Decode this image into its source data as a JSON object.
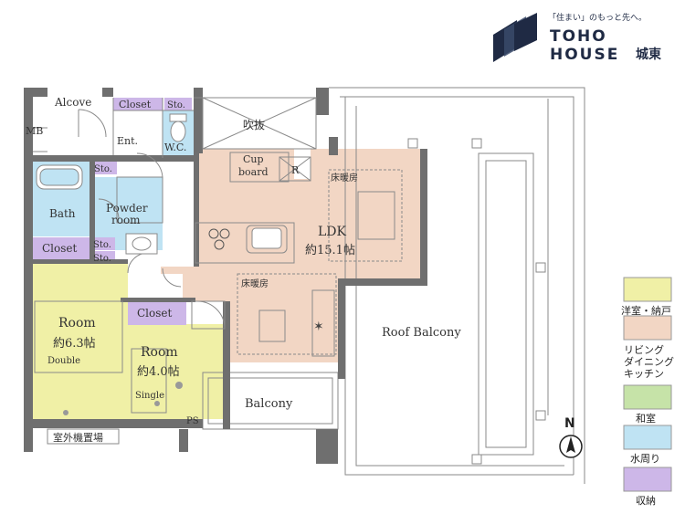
{
  "brand": {
    "tagline": "「住まい」のもっと先へ。",
    "name_line1": "TOHO",
    "name_line2": "HOUSE",
    "name_suffix": "城東",
    "color": "#1f2a44"
  },
  "rooms": {
    "alcove": "Alcove",
    "mb": "MB",
    "closet_ent": "Closet",
    "sto_wc": "Sto.",
    "ent": "Ent.",
    "wc": "W.C.",
    "fukinuke": "吹抜",
    "sto_bath": "Sto.",
    "bath": "Bath",
    "powder_line1": "Powder",
    "powder_line2": "room",
    "cupboard_line1": "Cup",
    "cupboard_line2": "board",
    "r": "R",
    "floor_heat_1": "床暖房",
    "ldk": "LDK",
    "ldk_size": "約15.1帖",
    "closet_left": "Closet",
    "sto_a": "Sto.",
    "sto_b": "Sto.",
    "floor_heat_2": "床暖房",
    "room1": "Room",
    "room1_size": "約6.3帖",
    "double": "Double",
    "closet_room2": "Closet",
    "room2": "Room",
    "room2_size": "約4.0帖",
    "single": "Single",
    "roof_balcony": "Roof Balcony",
    "balcony": "Balcony",
    "ps": "PS",
    "outdoor_unit": "室外機置場",
    "north": "N"
  },
  "legend": [
    {
      "label": "洋室・納戸",
      "color": "#f0f0a6"
    },
    {
      "label": "リビング\nダイニング\nキッチン",
      "color": "#f2d6c4"
    },
    {
      "label": "和室",
      "color": "#c6e3a8"
    },
    {
      "label": "水周り",
      "color": "#bfe3f3"
    },
    {
      "label": "収納",
      "color": "#cdb7e8"
    }
  ],
  "colors": {
    "western": "#f0f0a6",
    "ldk": "#f2d6c4",
    "water": "#bfe3f3",
    "storage": "#cdb7e8",
    "wall": "#6f6f6f",
    "line": "#8a8a8a"
  }
}
